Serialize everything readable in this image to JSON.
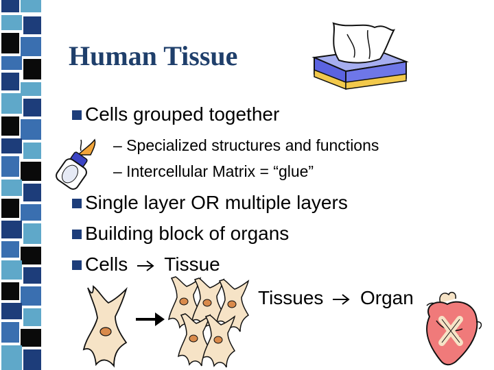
{
  "slide": {
    "title": "Human Tissue",
    "bullets": [
      {
        "level": 1,
        "text": "Cells grouped together"
      },
      {
        "level": 2,
        "text": "– Specialized structures and functions"
      },
      {
        "level": 2,
        "text": "– Intercellular Matrix = “glue”"
      },
      {
        "level": 1,
        "text": "Single layer OR multiple layers"
      },
      {
        "level": 1,
        "text": "Building block of organs"
      }
    ],
    "flow1": {
      "from": "Cells",
      "to": "Tissue"
    },
    "flow2": {
      "from": "Tissues",
      "to": "Organ"
    }
  },
  "colors": {
    "title": "#1f3f6b",
    "bullet": "#1d3d7a",
    "strip_dark": "#1d3d7a",
    "strip_mid": "#3a6fb0",
    "strip_light": "#5fa8c9",
    "strip_black": "#0a0a0a",
    "cell": "#f6e3c6",
    "nucleus": "#d98a4b",
    "heart": "#f07a7a"
  },
  "icons": [
    "tissue-box-icon",
    "glue-bottle-icon",
    "cell-icon",
    "tissue-cluster-icon",
    "heart-organ-icon"
  ]
}
